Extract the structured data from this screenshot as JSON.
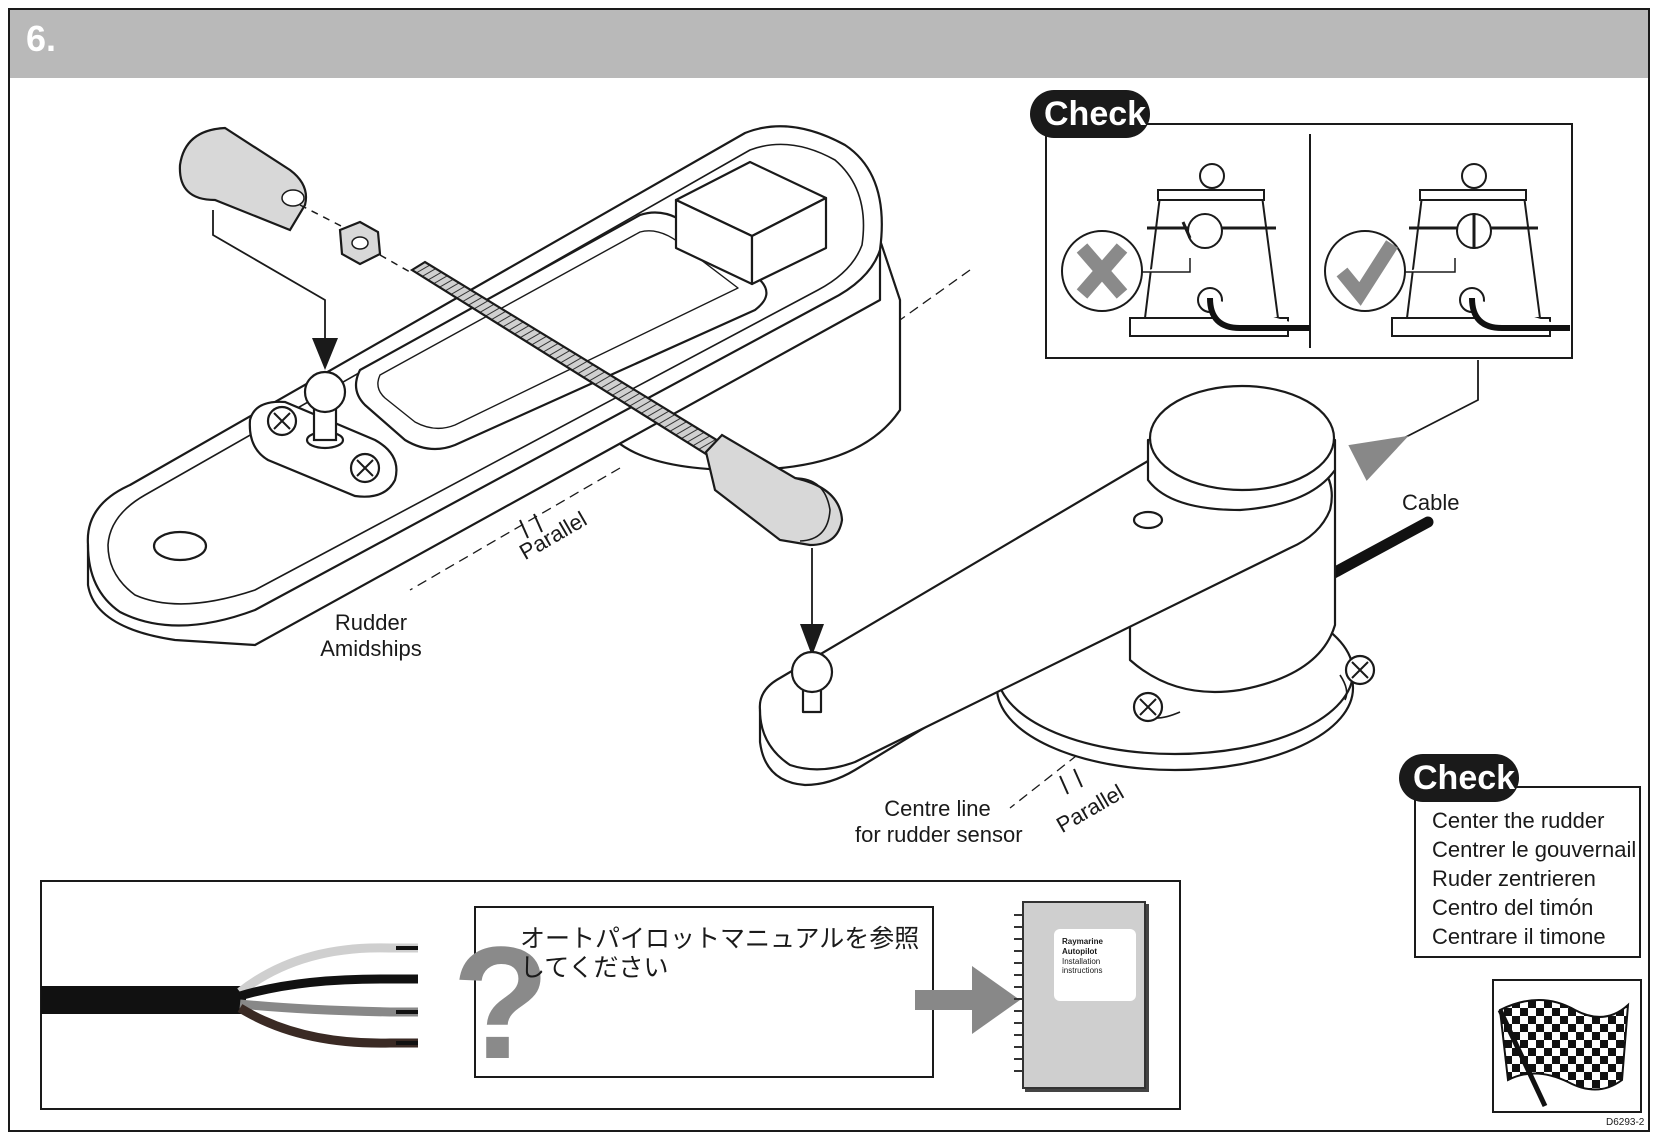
{
  "header": {
    "step": "6."
  },
  "labels": {
    "rudder_amidships": [
      "Rudder",
      "Amidships"
    ],
    "parallel_1": "Parallel",
    "parallel_2": "Parallel",
    "centre_line": [
      "Centre line",
      "for rudder sensor"
    ],
    "cable": "Cable"
  },
  "check_top": {
    "tag": "Check",
    "left_panel": "incorrect",
    "right_panel": "correct"
  },
  "check_bottom": {
    "tag": "Check",
    "lines": [
      "Center the rudder",
      "Centrer le gouvernail",
      "Ruder zentrieren",
      "Centro del timón",
      "Centrare il timone"
    ]
  },
  "wiring": {
    "instruction_jp": [
      "オートパイロットマニュアルを参照",
      "してください"
    ],
    "manual": {
      "brand": "Raymarine",
      "title": "Autopilot",
      "sub1": "Installation",
      "sub2": "instructions"
    }
  },
  "finish": {
    "icon": "checkered-flag-icon"
  },
  "doc_id": "D6293-2",
  "colors": {
    "header": "#b9b9b9",
    "ink": "#1a1a1a",
    "grey": "#888888",
    "part_fill": "#d8d8d8"
  }
}
